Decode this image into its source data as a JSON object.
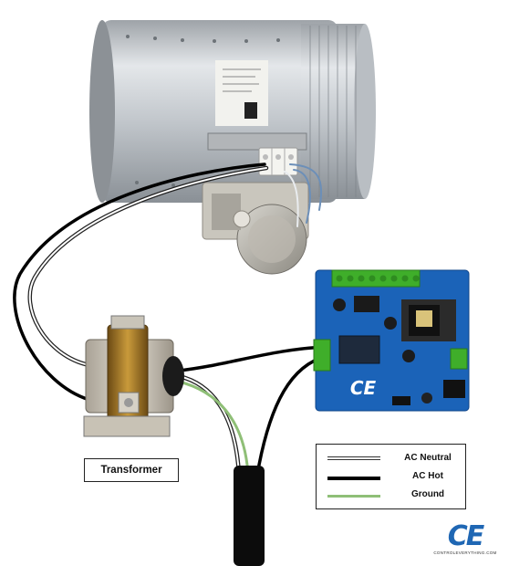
{
  "labels": {
    "transformer": "Transformer"
  },
  "legend": {
    "items": [
      {
        "label": "AC Neutral",
        "style": "neutral"
      },
      {
        "label": "AC Hot",
        "style": "hot"
      },
      {
        "label": "Ground",
        "style": "ground"
      }
    ]
  },
  "logo": {
    "letters": "CE",
    "caption": "CONTROLEVERYTHING.COM"
  },
  "board": {
    "badge": "CE"
  },
  "colors": {
    "board_blue": "#1b63b8",
    "terminal_green": "#3fae2a",
    "ground_green": "#8fbf77",
    "logo_blue": "#1f67b4"
  }
}
